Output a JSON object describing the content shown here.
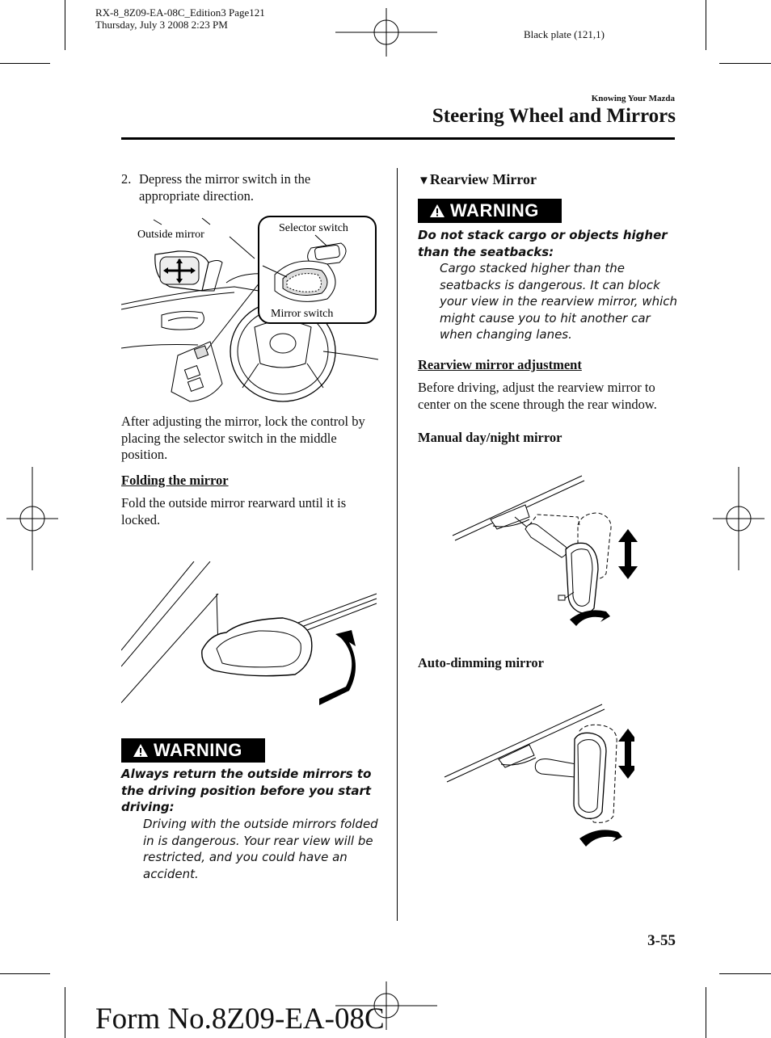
{
  "print_meta": {
    "line1": "RX-8_8Z09-EA-08C_Edition3 Page121",
    "line2": "Thursday, July 3 2008 2:23 PM",
    "plate": "Black plate (121,1)"
  },
  "header": {
    "section": "Knowing Your Mazda",
    "title": "Steering Wheel and Mirrors"
  },
  "left": {
    "step2_number": "2.",
    "step2_text": "Depress the mirror switch in the appropriate direction.",
    "fig1": {
      "outside_mirror": "Outside mirror",
      "selector_switch": "Selector switch",
      "mirror_switch": "Mirror switch"
    },
    "after_text": "After adjusting the mirror, lock the control by placing the selector switch in the middle position.",
    "folding_heading": "Folding the mirror",
    "folding_text": "Fold the outside mirror rearward until it is locked.",
    "warning_label": "WARNING",
    "warning_lead": "Always return the outside mirrors to the driving position before you start driving:",
    "warning_body": "Driving with the outside mirrors folded in is dangerous. Your rear view will be restricted, and you could have an accident."
  },
  "right": {
    "heading": "Rearview Mirror",
    "heading_marker": "▼",
    "warning_label": "WARNING",
    "warning_lead": "Do not stack cargo or objects higher than the seatbacks:",
    "warning_body": "Cargo stacked higher than the seatbacks is dangerous. It can block your view in the rearview mirror, which might cause you to hit another car when changing lanes.",
    "adjust_heading": "Rearview mirror adjustment",
    "adjust_text": "Before driving, adjust the rearview mirror to center on the scene through the rear window.",
    "manual_label": "Manual day/night mirror",
    "auto_label": "Auto-dimming mirror"
  },
  "footer": {
    "page_number": "3-55",
    "form_number": "Form No.8Z09-EA-08C"
  }
}
